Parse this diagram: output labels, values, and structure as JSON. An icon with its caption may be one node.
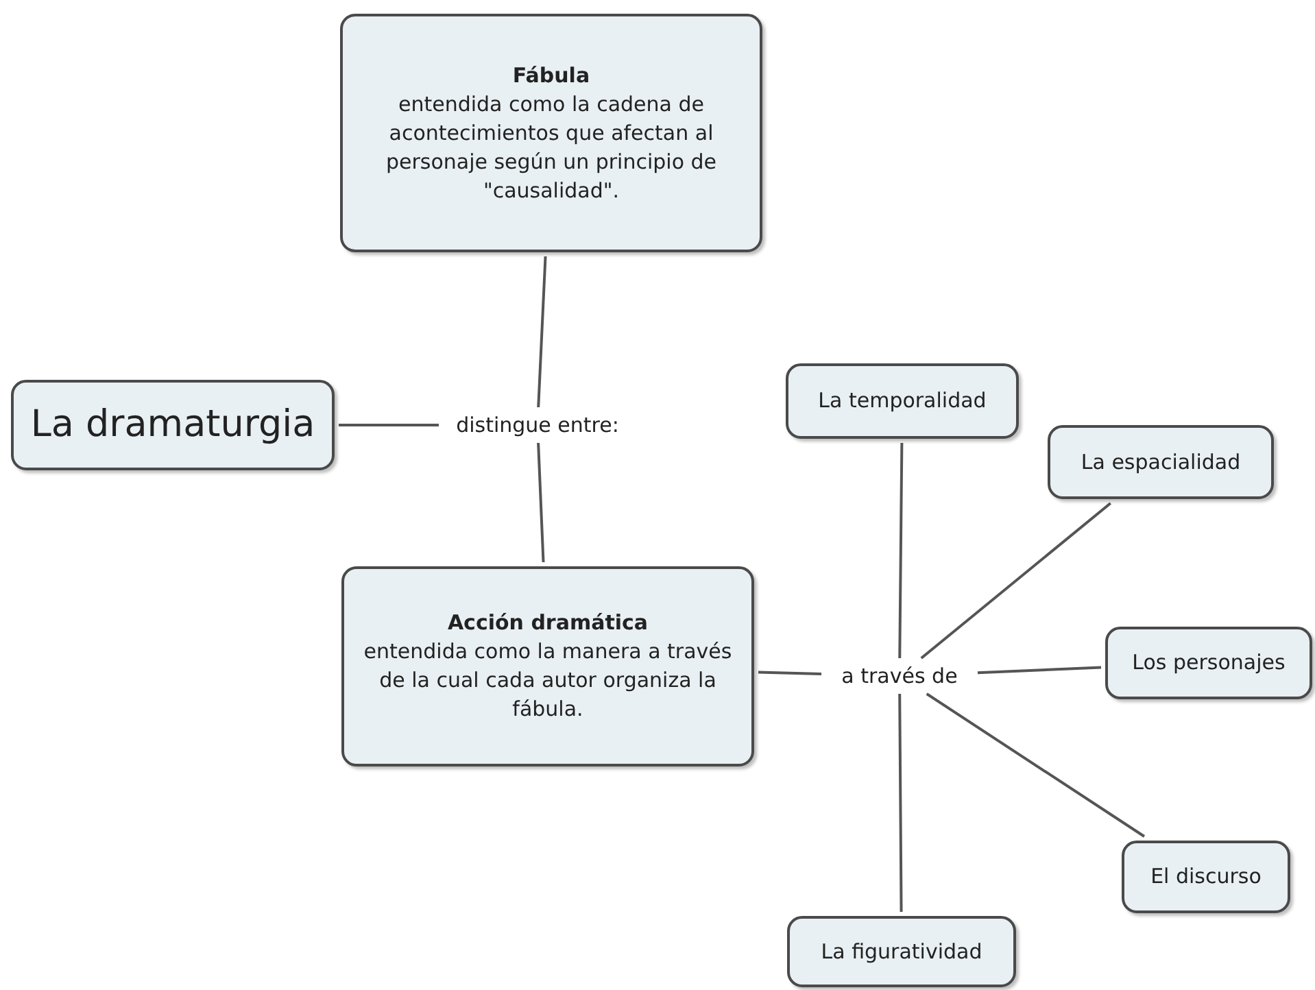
{
  "diagram": {
    "nodes": [
      {
        "text": [
          "Fábula",
          "entendida como la cadena de acontecimientos que afectan al personaje según un principio de \"causalidad\"."
        ]
      },
      {
        "text": [
          "La dramaturgia"
        ]
      },
      {
        "text": [
          "distingue entre:"
        ]
      },
      {
        "text": [
          "Acción dramática",
          "entendida como la manera a través de la cual cada autor organiza la fábula."
        ]
      },
      {
        "text": [
          "a través de"
        ]
      },
      {
        "text": [
          "La temporalidad"
        ]
      },
      {
        "text": [
          "La espacialidad"
        ]
      },
      {
        "text": [
          "Los personajes"
        ]
      },
      {
        "text": [
          "El discurso"
        ]
      },
      {
        "text": [
          "La figuratividad"
        ]
      }
    ],
    "edges": [
      {
        "from": 1,
        "to": 2,
        "arrow": "none"
      },
      {
        "from": 2,
        "to": 0,
        "arrow": "none"
      },
      {
        "from": 2,
        "to": 3,
        "arrow": "none"
      },
      {
        "from": 3,
        "to": 4,
        "arrow": "none"
      },
      {
        "from": 4,
        "to": 5,
        "arrow": "none"
      },
      {
        "from": 4,
        "to": 6,
        "arrow": "none"
      },
      {
        "from": 4,
        "to": 7,
        "arrow": "none"
      },
      {
        "from": 4,
        "to": 8,
        "arrow": "none"
      },
      {
        "from": 4,
        "to": 9,
        "arrow": "none"
      }
    ]
  }
}
